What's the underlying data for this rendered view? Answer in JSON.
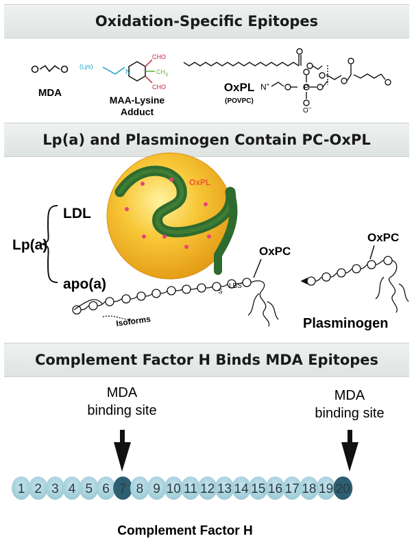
{
  "section1": {
    "title": "Oxidation-Specific Epitopes",
    "mda_label": "MDA",
    "maa_label_line1": "MAA-Lysine",
    "maa_label_line2": "Adduct",
    "lys": "(Lys)",
    "cho_top": "CHO",
    "cho_bottom": "CHO",
    "ch3": "CH",
    "ch3_sub": "3",
    "n_atom": "N",
    "oxpl_label": "OxPL",
    "povpc_label": "(POVPC)",
    "n_plus": "N",
    "plus": "+",
    "o_minus": "O",
    "minus": "–",
    "p_atom": "P",
    "o_atom": "O"
  },
  "section2": {
    "title": "Lp(a) and Plasminogen Contain PC-OxPL",
    "ldl": "LDL",
    "lpa": "Lp(a)",
    "apoa": "apo(a)",
    "oxpl": "OxPL",
    "oxpc_left": "OxPC",
    "oxpc_right": "OxPC",
    "s": "S",
    "lbs": "LBS",
    "isoforms": "Isoforms",
    "plasminogen": "Plasminogen"
  },
  "section3": {
    "title": "Complement Factor H Binds MDA Epitopes",
    "site1_line1": "MDA",
    "site1_line2": "binding site",
    "site2_line1": "MDA",
    "site2_line2": "binding site",
    "footer": "Complement Factor H",
    "domains": [
      "1",
      "2",
      "3",
      "4",
      "5",
      "6",
      "7",
      "8",
      "9",
      "10",
      "11",
      "12",
      "13",
      "14",
      "15",
      "16",
      "17",
      "18",
      "19",
      "20"
    ],
    "highlight": [
      "7",
      "20"
    ],
    "colors": {
      "pill": "#a9d3dd",
      "pill_highlight": "#2d5e72",
      "sphere": "#f4b32a",
      "ribbon": "#2e6b2e",
      "dot": "#e8427a"
    }
  }
}
